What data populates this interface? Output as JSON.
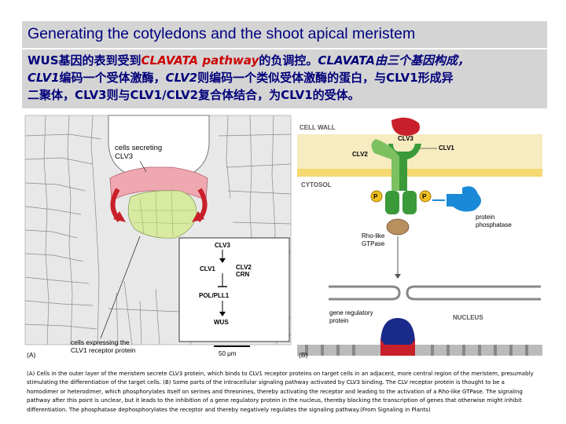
{
  "slide": {
    "title": "Generating the cotyledons and the shoot apical meristem",
    "intro": {
      "line1_a": "WUS基因的表到受到",
      "line1_red": "CLAVATA pathway",
      "line1_b": "的负调控。",
      "line1_c": "CLAVATA由三个基因构成，",
      "line2_a": "CLV1",
      "line2_b": "编码一个受体激酶，",
      "line2_c": "CLV2",
      "line2_d": "则编码一个类似受体激酶的蛋白，与CLV1形成异",
      "line3": "二聚体，CLV3则与CLV1/CLV2复合体结合，为CLV1的受体。"
    },
    "figure": {
      "panel_a": {
        "label_secreting": [
          "cells secreting",
          "CLV3"
        ],
        "label_receptor": [
          "cells expressing the",
          "CLV1 receptor protein"
        ],
        "scale_bar": "50 μm",
        "panel_label": "(A)",
        "inset": {
          "clv3": "CLV3",
          "clv1": "CLV1",
          "clv2": "CLV2",
          "crn": "CRN",
          "pol": "POL/PLL1",
          "wus": "WUS"
        }
      },
      "panel_b": {
        "cell_wall": "CELL WALL",
        "clv3": "CLV3",
        "clv2": "CLV2",
        "clv1": "CLV1",
        "cytosol": "CYTOSOL",
        "p1": "P",
        "p2": "P",
        "rho": [
          "Rho-like",
          "GTPase"
        ],
        "phosphatase": [
          "protein",
          "phosphatase"
        ],
        "nucleus": "NUCLEUS",
        "gene_reg": [
          "gene regulatory",
          "protein"
        ],
        "panel_label": "(B)"
      }
    },
    "caption": "(A) Cells in the outer layer of the meristem secrete CLV3 protein, which binds to CLV1 receptor proteins on target cells in an adjacent, more central region of the meristem, presumably stimulating the differentiation of the target cells. (B) Some parts of the intracellular signaling pathway activated by CLV3 binding. The CLV receptor protein is thought to be a homodimer or heterodimer, which phosphorylates itself on serines and threonines, thereby activating the receptor and leading to the activation of a Rho-like GTPase. The signaling pathway after this point is unclear, but it leads to the inhibition of a gene regulatory protein in the nucleus, thereby blocking the transcription of genes that otherwise might inhibit differentiation. The phosphatase dephosphorylates the receptor and thereby negatively regulates the signaling pathway.(From Signaling in Plants)",
    "colors": {
      "title_text": "#000080",
      "box_bg": "#d4d4d4",
      "red_text": "#cc0000",
      "clv3_red": "#c8202a",
      "clv1_green": "#3a9a3a",
      "phosphatase_blue": "#1a8ad8",
      "p_yellow": "#f0c020",
      "nucleus_blue": "#1a2a8a"
    }
  }
}
